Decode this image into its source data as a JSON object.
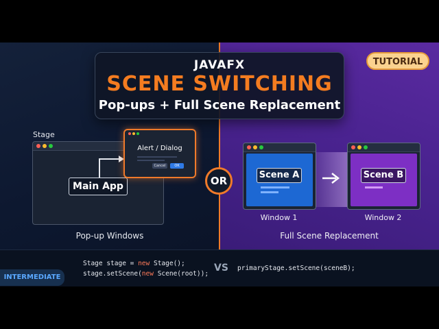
{
  "title": {
    "line1": "JAVAFX",
    "line2": "SCENE SWITCHING",
    "line3": "Pop-ups + Full Scene Replacement"
  },
  "badge": "TUTORIAL",
  "left_panel": {
    "stage_label": "Stage",
    "main_app": "Main App",
    "dialog_title": "Alert / Dialog",
    "dialog_cancel": "Cancel",
    "dialog_ok": "OK",
    "caption": "Pop-up Windows"
  },
  "or_label": "OR",
  "right_panel": {
    "scene_a": "Scene A",
    "scene_b": "Scene B",
    "window1": "Window 1",
    "window2": "Window 2",
    "caption": "Full Scene Replacement"
  },
  "code": {
    "left_line1_a": "Stage stage = ",
    "left_line1_kw": "new",
    "left_line1_b": " Stage();",
    "left_line2_a": "stage.setScene(",
    "left_line2_kw": "new",
    "left_line2_b": " Scene(root));",
    "vs": "VS",
    "right_line": "primaryStage.setScene(sceneB);"
  },
  "level": "INTERMEDIATE",
  "colors": {
    "accent_orange": "#f07a2a",
    "left_bg": "#0d1830",
    "right_bg": "#4a2390",
    "scene_a_blue": "#1d68d3",
    "scene_b_purple": "#7d2fc4"
  }
}
